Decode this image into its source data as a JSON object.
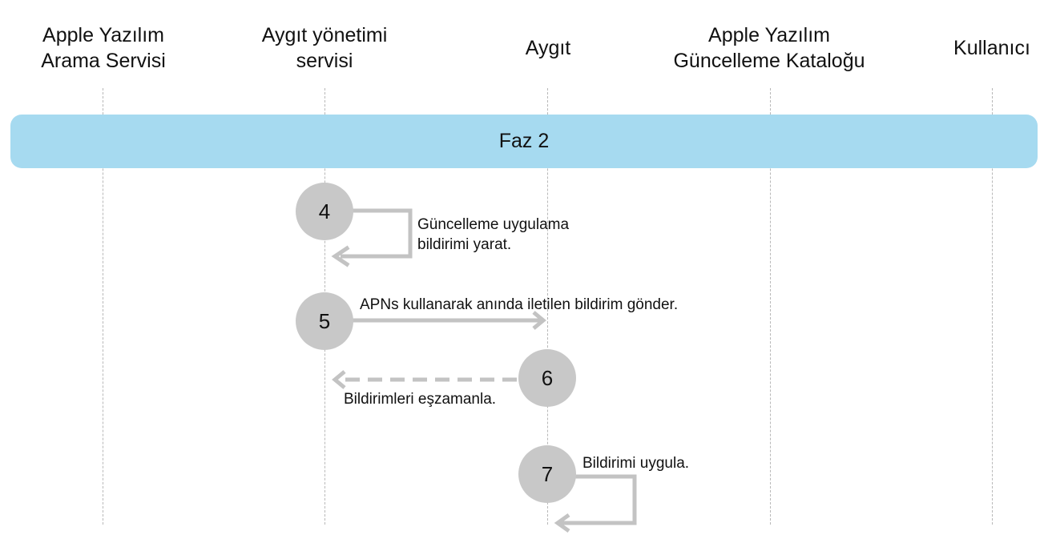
{
  "lanes": [
    {
      "id": "lookup",
      "title_line1": "Apple Yazılım",
      "title_line2": "Arama Servisi"
    },
    {
      "id": "mdm",
      "title_line1": "Aygıt yönetimi",
      "title_line2": "servisi"
    },
    {
      "id": "device",
      "title_line1": "Aygıt",
      "title_line2": ""
    },
    {
      "id": "catalog",
      "title_line1": "Apple Yazılım",
      "title_line2": "Güncelleme Kataloğu"
    },
    {
      "id": "user",
      "title_line1": "Kullanıcı",
      "title_line2": ""
    }
  ],
  "phase": {
    "label": "Faz 2",
    "color": "#a6daf0"
  },
  "steps": [
    {
      "number": "4",
      "text_line1": "Güncelleme uygulama",
      "text_line2": "bildirimi yarat."
    },
    {
      "number": "5",
      "text_line1": "APNs kullanarak anında iletilen bildirim gönder.",
      "text_line2": ""
    },
    {
      "number": "6",
      "text_line1": "Bildirimleri eşzamanla.",
      "text_line2": ""
    },
    {
      "number": "7",
      "text_line1": "Bildirimi uygula.",
      "text_line2": ""
    }
  ],
  "colors": {
    "arrow": "#c3c3c3",
    "circle": "#c8c8c8",
    "lifeline": "#b8b8b8"
  }
}
